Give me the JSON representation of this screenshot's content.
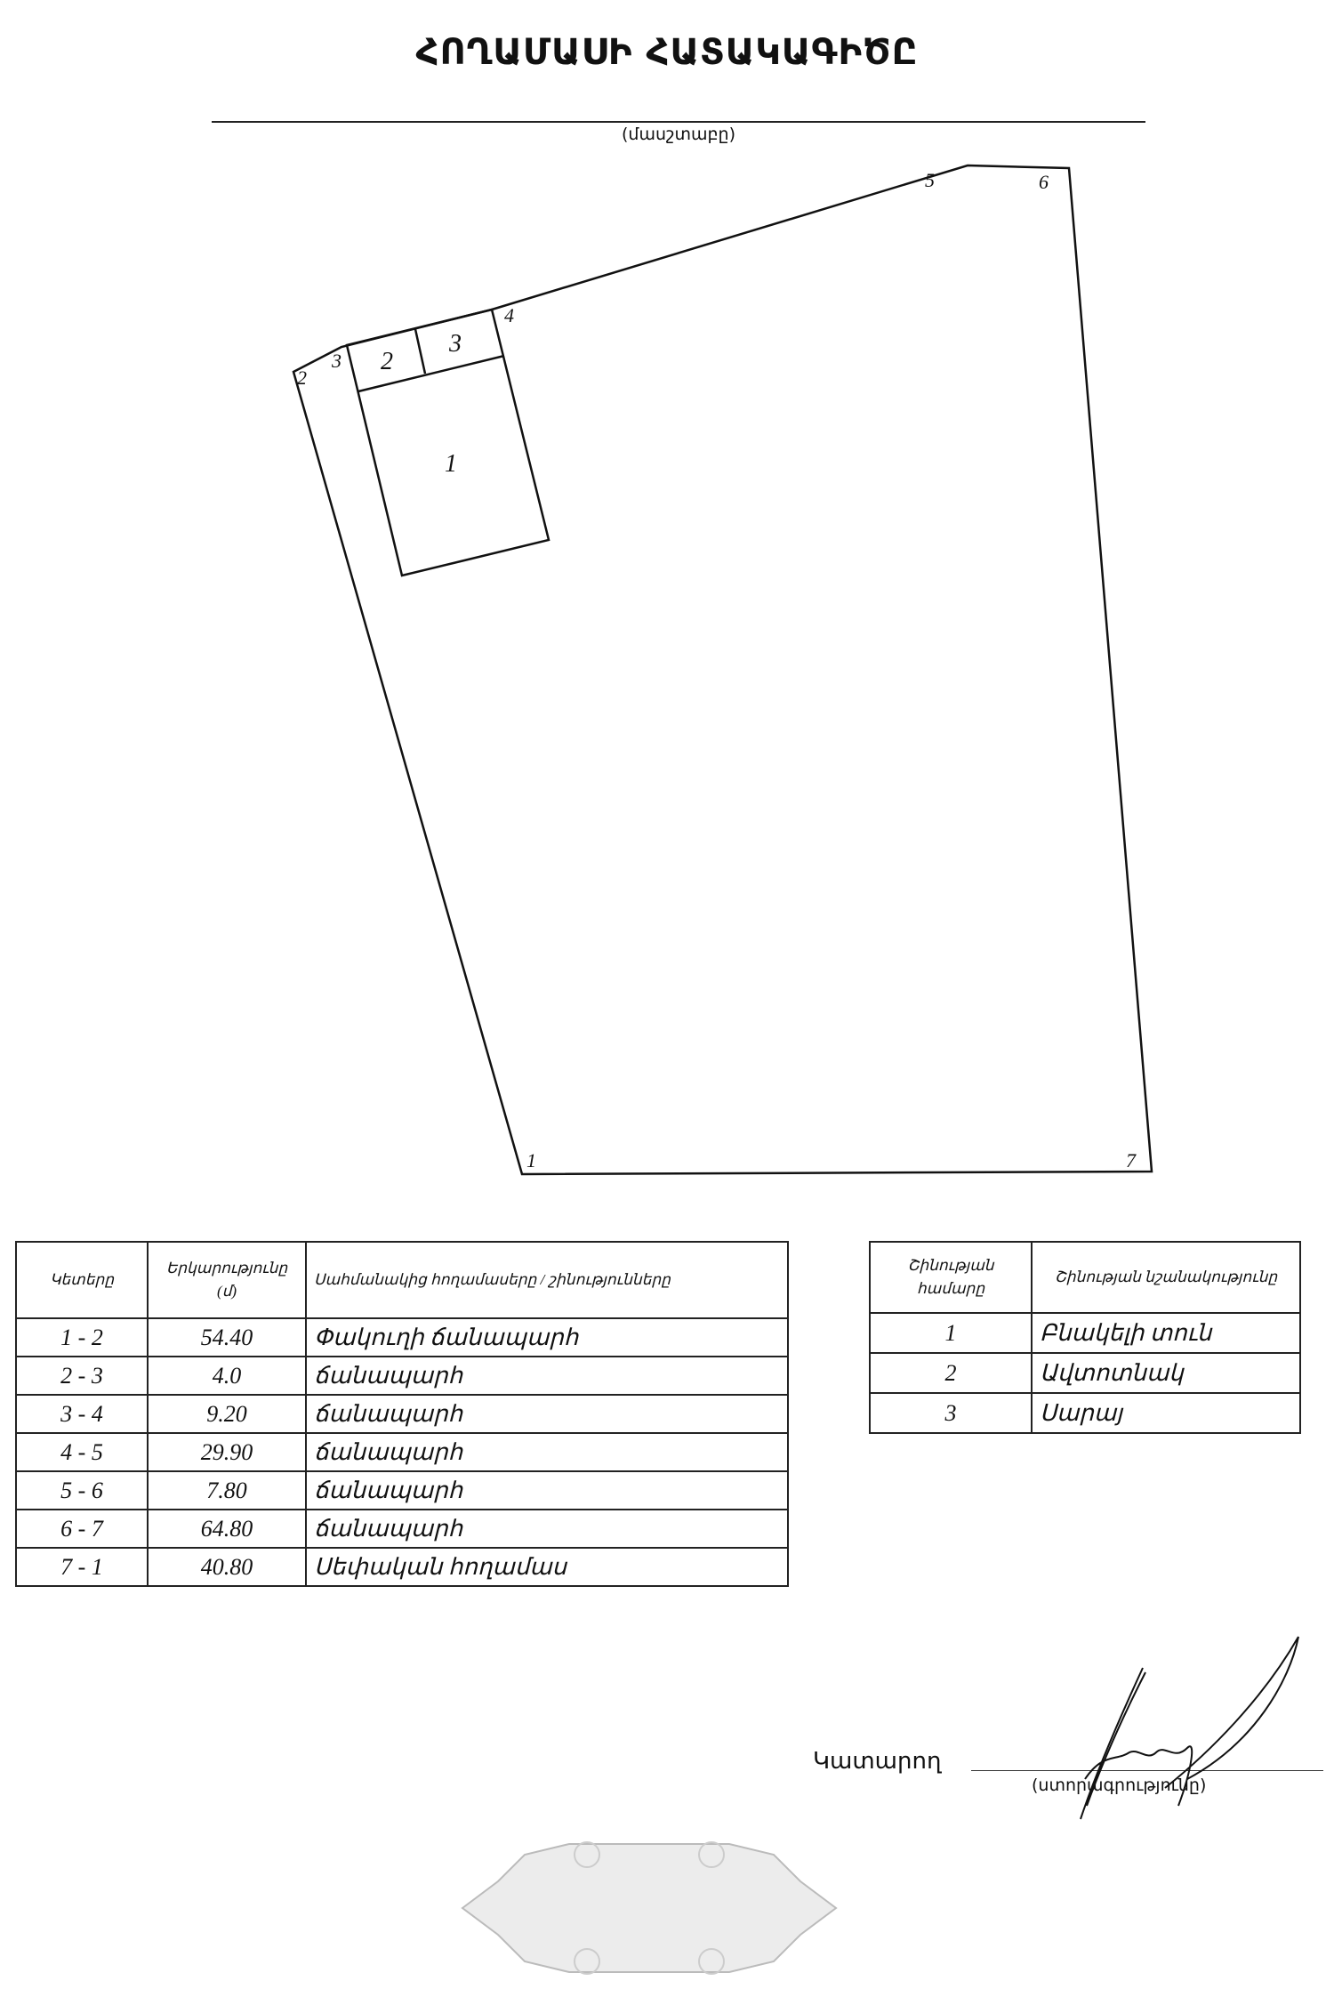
{
  "document": {
    "title": "ՀՈՂԱՄԱՍԻ ՀԱՏԱԿԱԳԻԾԸ",
    "scale_caption": "(մասշտաբը)"
  },
  "plan": {
    "boundary_point_labels": [
      "1",
      "2",
      "3",
      "4",
      "5",
      "6",
      "7"
    ],
    "building_labels": [
      "1",
      "2",
      "3"
    ]
  },
  "boundary_table": {
    "headers": [
      "Կետերը",
      "Երկարությունը (մ)",
      "Սահմանակից հողամասերը / շինությունները"
    ],
    "rows": [
      {
        "points": "1 - 2",
        "length": "54.40",
        "neighbor": "Փակուղի ճանապարհ"
      },
      {
        "points": "2 - 3",
        "length": "4.0",
        "neighbor": "ճանապարհ"
      },
      {
        "points": "3 - 4",
        "length": "9.20",
        "neighbor": "ճանապարհ"
      },
      {
        "points": "4 - 5",
        "length": "29.90",
        "neighbor": "ճանապարհ"
      },
      {
        "points": "5 - 6",
        "length": "7.80",
        "neighbor": "ճանապարհ"
      },
      {
        "points": "6 - 7",
        "length": "64.80",
        "neighbor": "ճանապարհ"
      },
      {
        "points": "7 - 1",
        "length": "40.80",
        "neighbor": "Սեփական հողամաս"
      }
    ]
  },
  "building_table": {
    "headers": [
      "Շինության համարը",
      "Շինության նշանակությունը"
    ],
    "rows": [
      {
        "number": "1",
        "purpose": "Բնակելի տուն"
      },
      {
        "number": "2",
        "purpose": "Ավտոտնակ"
      },
      {
        "number": "3",
        "purpose": "Սարայ"
      }
    ]
  },
  "signature": {
    "executor_label": "Կատարող",
    "signature_caption": "(ստորագրությունը)"
  }
}
